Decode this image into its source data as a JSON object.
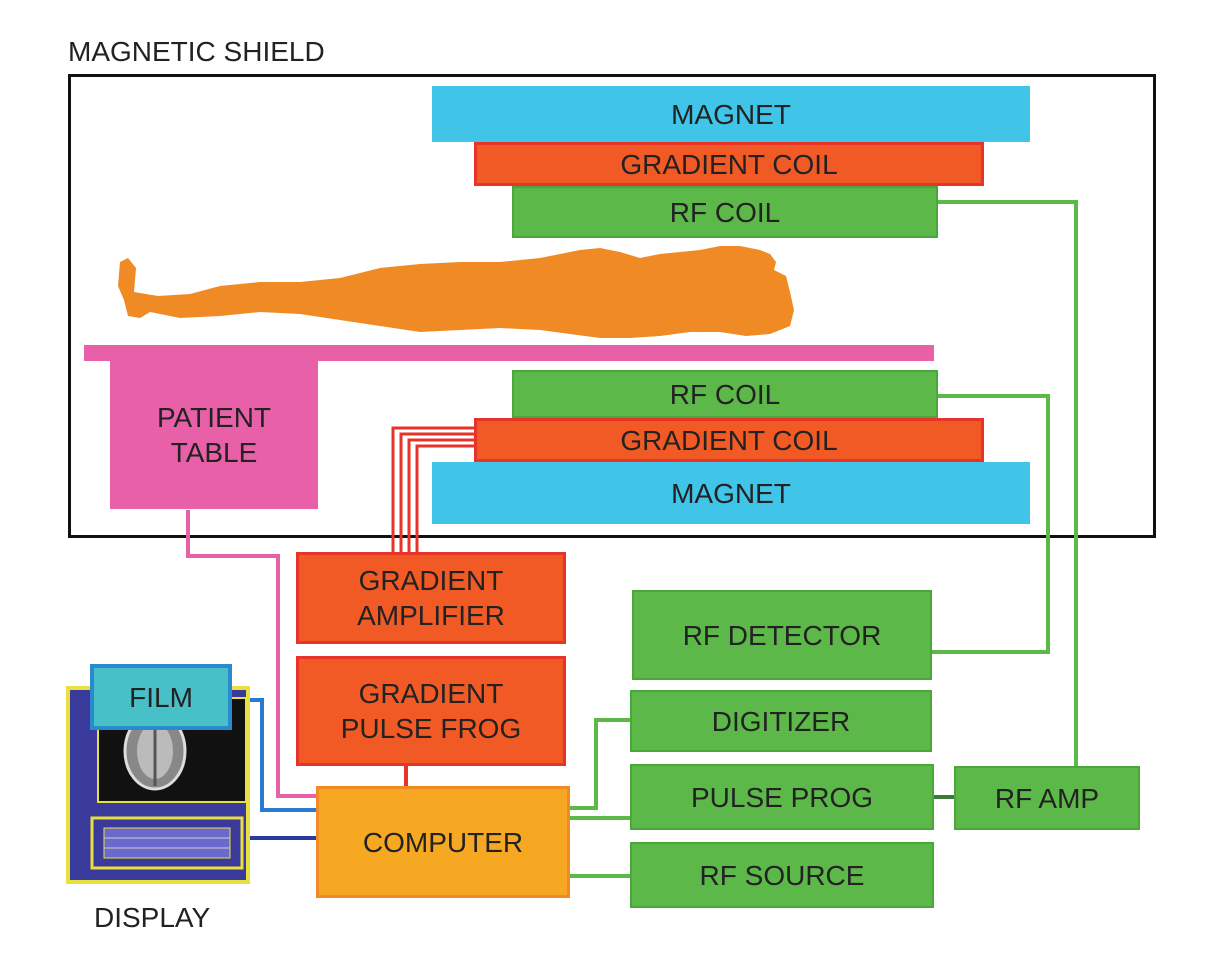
{
  "shield_label": "MAGNETIC SHIELD",
  "upper": {
    "magnet": "MAGNET",
    "gradient_coil": "GRADIENT COIL",
    "rf_coil": "RF COIL"
  },
  "lower": {
    "rf_coil": "RF COIL",
    "gradient_coil": "GRADIENT COIL",
    "magnet": "MAGNET"
  },
  "patient_table": "PATIENT\nTABLE",
  "gradient_amplifier": "GRADIENT\nAMPLIFIER",
  "gradient_pulse_prog": "GRADIENT\nPULSE FROG",
  "computer": "COMPUTER",
  "film": "FILM",
  "display": "DISPLAY",
  "rf_detector": "RF DETECTOR",
  "digitizer": "DIGITIZER",
  "pulse_prog": "PULSE PROG",
  "rf_source": "RF SOURCE",
  "rf_amp": "RF AMP",
  "colors": {
    "magnet": "#40c4e8",
    "gradient": "#f15a24",
    "rf": "#5cb848",
    "patient_table": "#e860a8",
    "computer": "#f7a823",
    "film": "#48c0c8",
    "display": "#3a3a9a",
    "patient": "#f08a24"
  }
}
